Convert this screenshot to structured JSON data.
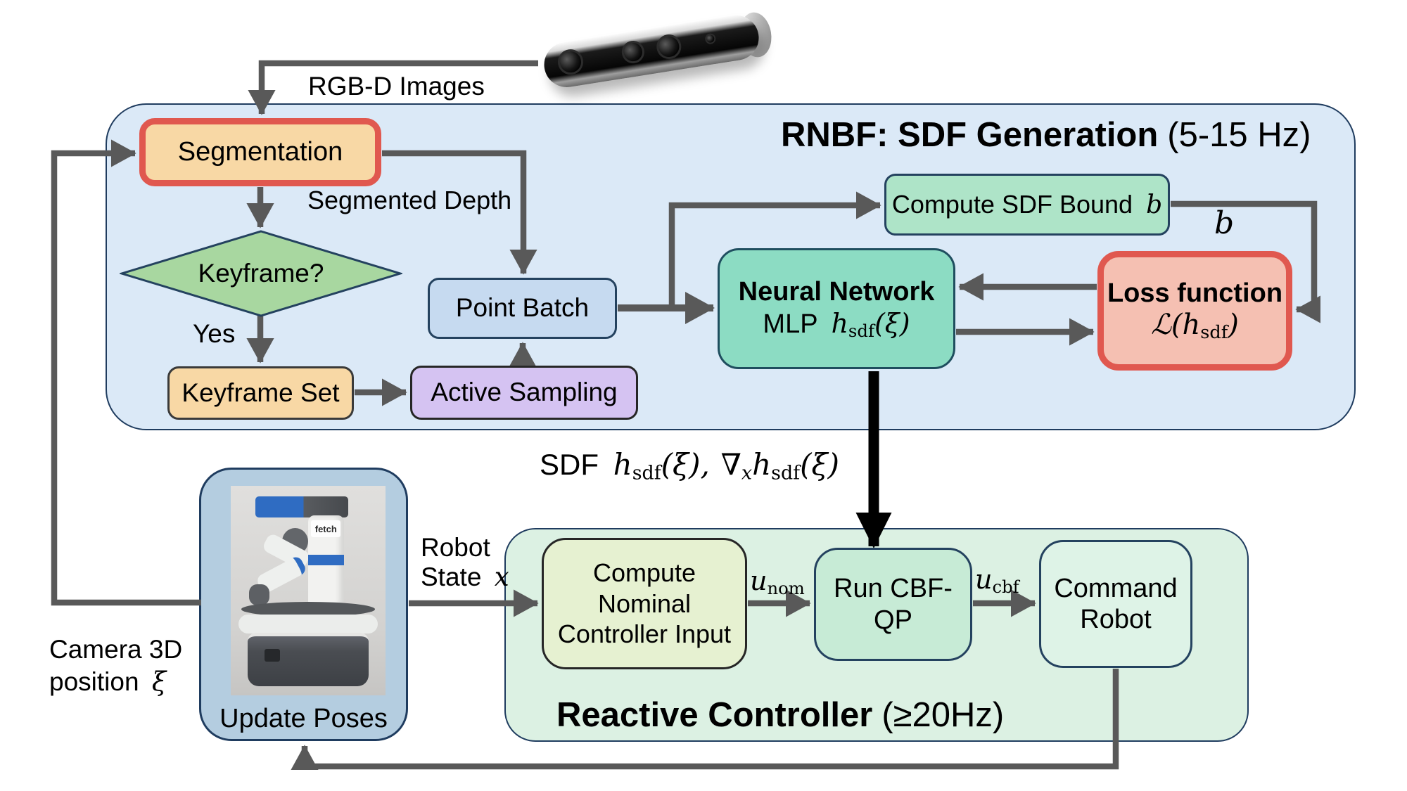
{
  "palette": {
    "module_blue_fill": "#dbe9f7",
    "module_green_fill": "#dcf1e3",
    "module_border": "#1f3c5f",
    "robot_panel_fill": "#b4cde0",
    "tan_fill": "#f8d8a5",
    "red_border": "#e0584f",
    "salmon_fill": "#f5c0b2",
    "diamond_green_fill": "#a8d7a0",
    "purple_fill": "#d5c3f2",
    "point_batch_fill": "#c6daf0",
    "mint_fill": "#aee4c8",
    "teal_fill": "#8cdcc3",
    "nominal_fill": "#e6f1d1",
    "cbf_fill": "#c7ebd6",
    "command_fill": "#def3e7",
    "arrow_gray": "#595959",
    "arrow_black": "#000000"
  },
  "camera_area": {
    "rgbd_label": "RGB-D Images"
  },
  "sdf_generation": {
    "title": "RNBF: SDF Generation",
    "rate": "(5-15 Hz)",
    "segmentation": "Segmentation",
    "segmented_depth": "Segmented Depth",
    "keyframe_question": "Keyframe?",
    "yes": "Yes",
    "keyframe_set": "Keyframe Set",
    "active_sampling": "Active Sampling",
    "point_batch": "Point Batch",
    "compute_sdf_bound": "Compute SDF Bound",
    "bound_var": "b",
    "bound_wire_label": "b",
    "nn_title": "Neural Network",
    "nn_mlp": "MLP",
    "math_h": "h",
    "math_sdf": "sdf",
    "math_xi_paren": "(ξ)",
    "loss_title": "Loss function",
    "loss_L": "ℒ",
    "loss_open": "(",
    "loss_close": ")"
  },
  "sdf_output": {
    "prefix": "SDF",
    "h": "h",
    "sdf": "sdf",
    "xi_comma": "(ξ),",
    "nabla": "∇",
    "x_sub": "x",
    "h2": "h",
    "sdf2": "sdf",
    "xi": "(ξ)"
  },
  "reactive_controller": {
    "title": "Reactive Controller",
    "rate": "(≥20Hz)",
    "compute_nominal_1": "Compute",
    "compute_nominal_2": "Nominal",
    "compute_nominal_3": "Controller Input",
    "u": "u",
    "nom": "nom",
    "cbf": "cbf",
    "run_cbf_1": "Run CBF-",
    "run_cbf_2": "QP",
    "command_1": "Command",
    "command_2": "Robot"
  },
  "robot_area": {
    "update_poses": "Update Poses",
    "fetch_logo": "fetch",
    "robot_state_1": "Robot",
    "robot_state_2": "State",
    "x_var": "x",
    "camera_pos_1": "Camera 3D",
    "camera_pos_2": "position",
    "xi_var": "ξ"
  }
}
